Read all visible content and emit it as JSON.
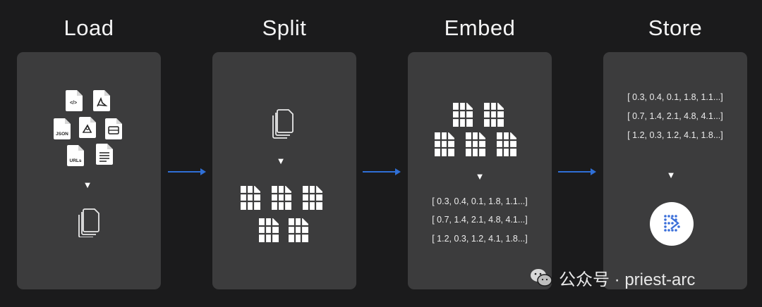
{
  "stages": [
    {
      "title": "Load"
    },
    {
      "title": "Split"
    },
    {
      "title": "Embed",
      "vectors": [
        "[ 0.3, 0.4, 0.1, 1.8, 1.1...]",
        "[ 0.7, 1.4, 2.1, 4.8, 4.1...]",
        "[ 1.2, 0.3, 1.2, 4.1, 1.8...]"
      ]
    },
    {
      "title": "Store",
      "vectors": [
        "[ 0.3, 0.4, 0.1, 1.8, 1.1...]",
        "[ 0.7, 1.4, 2.1, 4.8, 4.1...]",
        "[ 1.2, 0.3, 1.2, 4.1, 1.8...]"
      ]
    }
  ],
  "load_icons": {
    "code_label": "</>",
    "json_label": "JSON",
    "urls_label": "URLs"
  },
  "down_arrow": "▼",
  "watermark": {
    "text": "公众号 · priest-arc"
  },
  "colors": {
    "background": "#1b1b1c",
    "panel": "#3c3c3d",
    "arrow": "#2f6fd6",
    "text": "#ffffff"
  }
}
